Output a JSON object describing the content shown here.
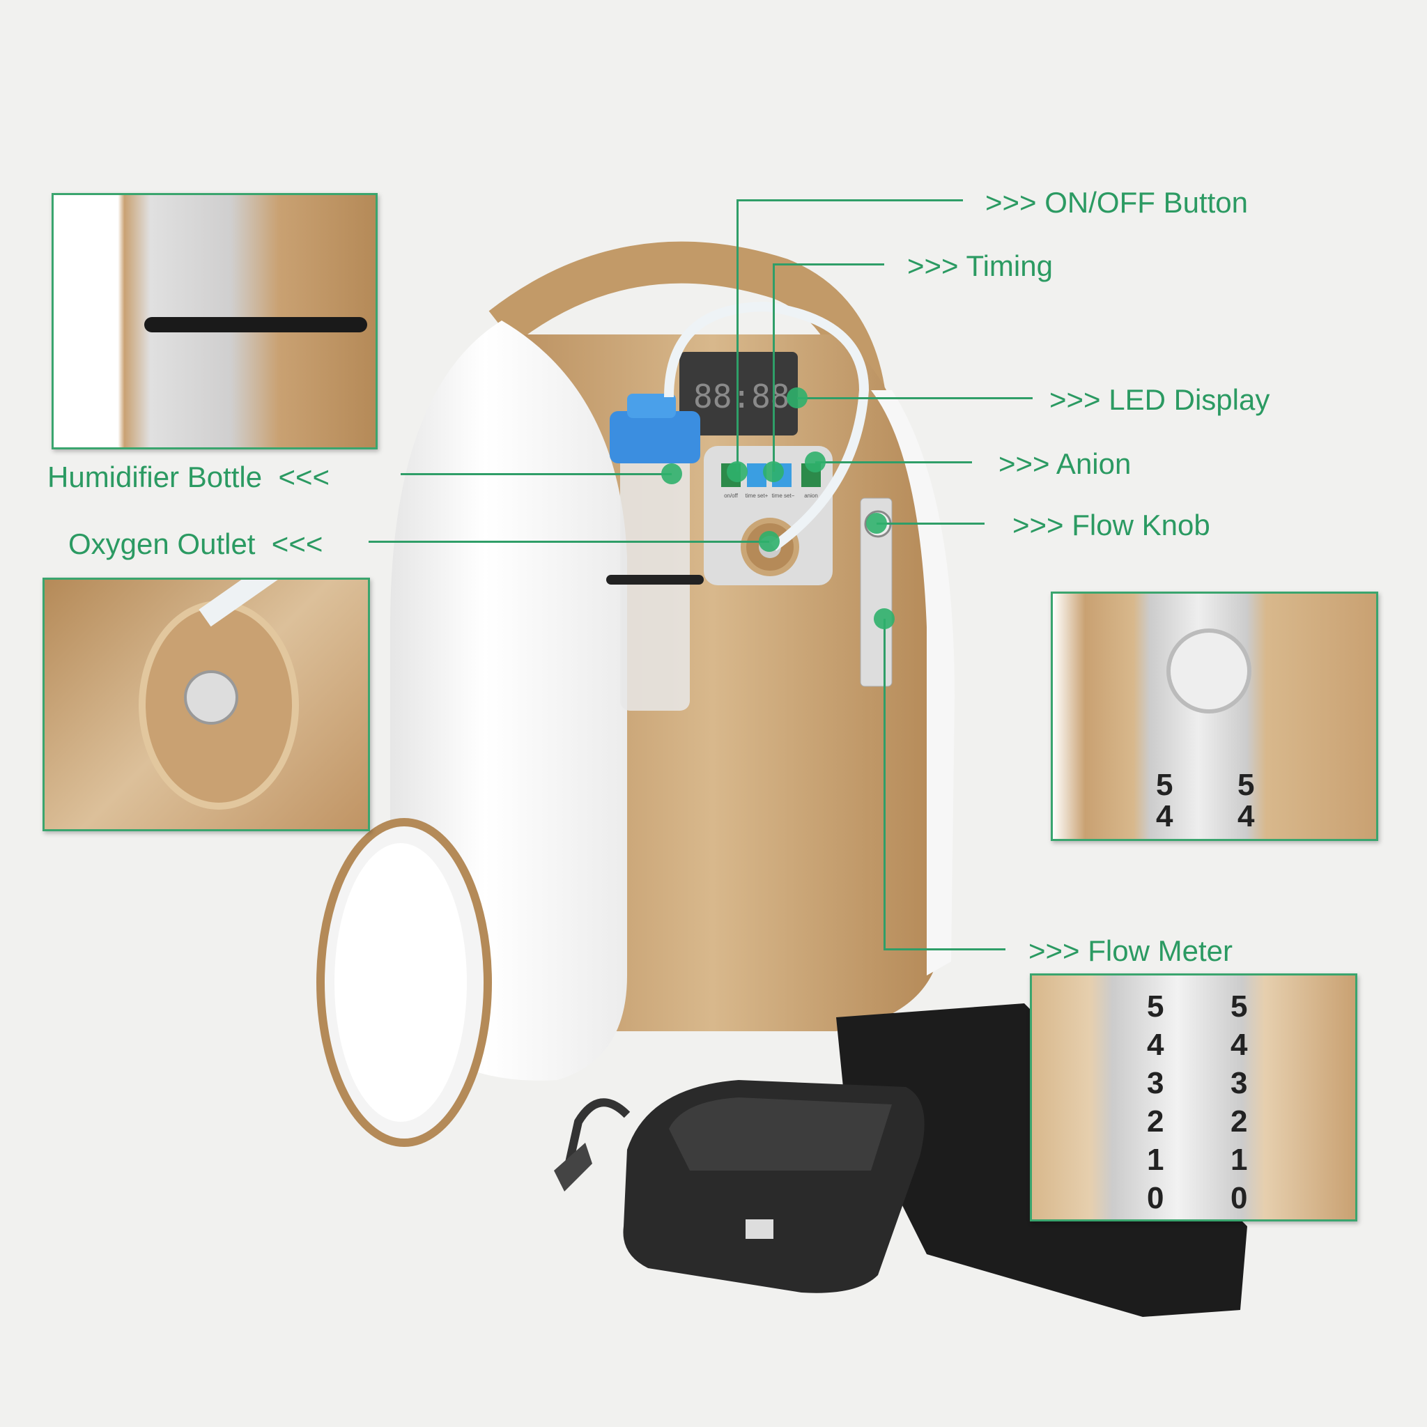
{
  "callouts": {
    "on_off": ">>> ON/OFF Button",
    "timing": ">>> Timing",
    "led_display": ">>> LED Display",
    "anion": ">>> Anion",
    "flow_knob": ">>> Flow Knob",
    "flow_meter": ">>> Flow Meter",
    "humidifier": "Humidifier Bottle  <<<",
    "oxygen_outlet": "Oxygen Outlet  <<<"
  },
  "panel_buttons": [
    "on/off",
    "time set+",
    "time set−",
    "anion"
  ],
  "led_digits": "88:88",
  "flow_scale_right_top": [
    "5",
    "4"
  ],
  "flow_scale": [
    "5",
    "4",
    "3",
    "2",
    "1",
    "0"
  ],
  "colors": {
    "accent_green": "#2b9a62",
    "body_gold": "#c9a172",
    "body_white": "#fbfbfb",
    "background": "#f1f1ef"
  }
}
